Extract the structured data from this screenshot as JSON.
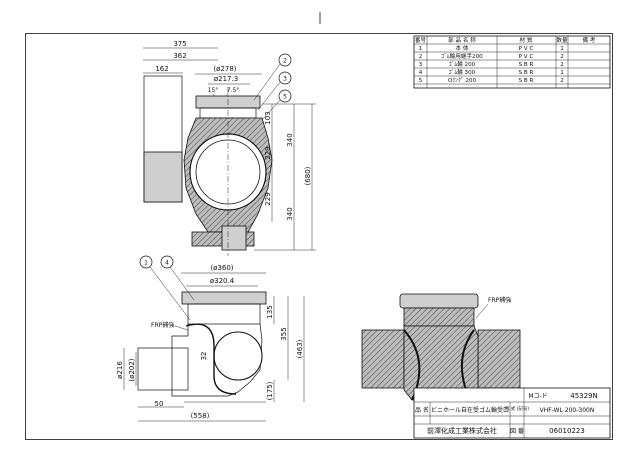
{
  "parts_table": {
    "headers": [
      "番号",
      "部 品 名 称",
      "材 質",
      "数量",
      "備 考"
    ],
    "rows": [
      [
        "1",
        "本 体",
        "P V C",
        "1",
        ""
      ],
      [
        "2",
        "ｺﾞﾑ輪用継手200",
        "P V C",
        "2",
        ""
      ],
      [
        "3",
        "ｺﾞﾑ輪 200",
        "S B R",
        "2",
        ""
      ],
      [
        "4",
        "ｺﾞﾑ輪 300",
        "S B R",
        "1",
        ""
      ],
      [
        "5",
        "Oﾘﾝｸﾞ 200",
        "S B R",
        "2",
        ""
      ]
    ]
  },
  "top_view": {
    "dims": [
      "375",
      "362",
      "162",
      "(ø278)",
      "ø217.3",
      "15°",
      "7.5°",
      "103",
      "340",
      "229",
      "229",
      "340",
      "(680)"
    ],
    "balloons": [
      "2",
      "3",
      "5"
    ]
  },
  "front_view": {
    "dims": [
      "(ø360)",
      "ø320.4",
      "135",
      "355",
      "(463)",
      "ø216",
      "(ø202)",
      "32",
      "50",
      "(175)",
      "(558)"
    ],
    "balloons": [
      "1",
      "4"
    ],
    "frp_label": "FRP補強"
  },
  "section_view": {
    "label": "FRP補強"
  },
  "title_block": {
    "code_label": "Mコ-ド",
    "code_value": "45329N",
    "name_label": "品 名",
    "name_value": "ビニホール自在受ゴム輪受口",
    "model_label": "形 式 (記号)",
    "model_value": "VHF-WL 200-300N",
    "company": "前澤化成工業株式会社",
    "drawing_label": "図 番",
    "drawing_value": "06010223"
  }
}
